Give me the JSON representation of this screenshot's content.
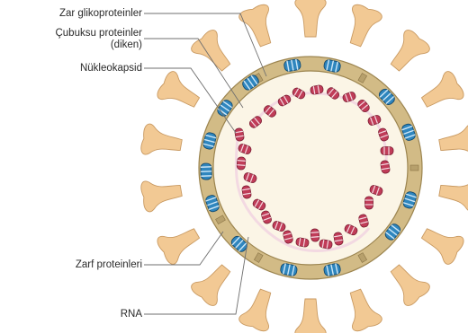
{
  "labels": {
    "envelope_glycoprotein": "Zar glikoproteinler",
    "spike_protein_line1": "Çubuksu proteinler",
    "spike_protein_line2": "(diken)",
    "nucleocapsid": "Nükleokapsid",
    "envelope_protein": "Zarf proteinleri",
    "rna": "RNA"
  },
  "colors": {
    "spike": "#f2c994",
    "spike_outline": "#c99a62",
    "envelope": "#d2bb86",
    "envelope_outline": "#9c8550",
    "interior": "#fbf5e6",
    "glycoprotein": "#2f86be",
    "nucleocapsid": "#c03c58",
    "rna_strand": "#f3d9e2",
    "leader_line": "#6f6f6f"
  },
  "icons": [
    "spike-protein-icon",
    "glycoprotein-icon",
    "nucleocapsid-coil-icon"
  ]
}
